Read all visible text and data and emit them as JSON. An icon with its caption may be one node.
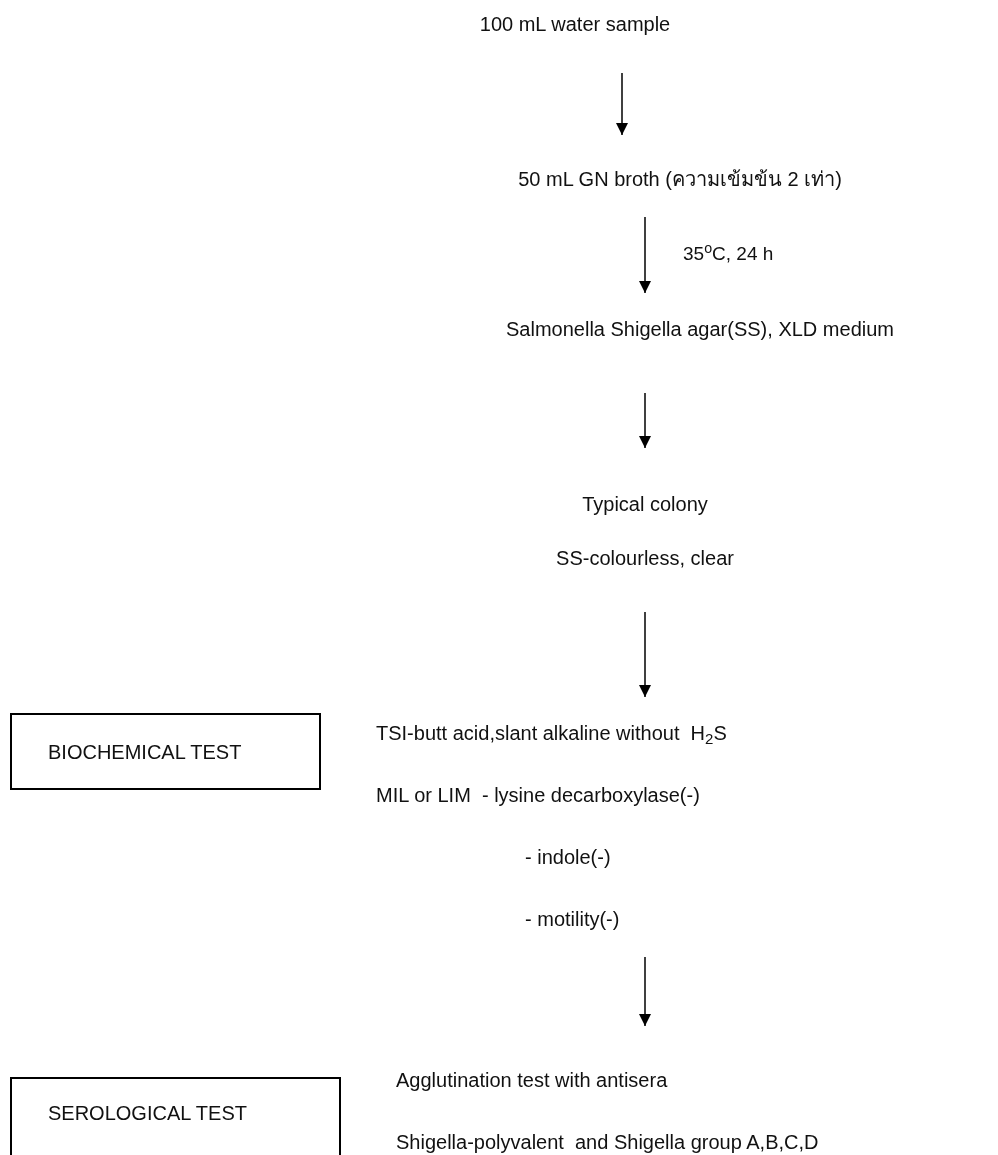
{
  "diagram": {
    "nodes": [
      {
        "text": [
          "100 mL water sample"
        ]
      },
      {
        "text": [
          "50 mL GN broth (ความเข้มข้น 2 เท่า)"
        ]
      },
      {
        "text": [
          "Salmonella Shigella agar(SS), XLD medium"
        ]
      },
      {
        "text": [
          "Typical colony",
          "SS-colourless, clear"
        ]
      },
      {
        "text": [
          "BIOCHEMICAL TEST"
        ]
      },
      {
        "text": [
          "TSI-butt acid,slant alkaline without  H$_{2}$S",
          "MIL or LIM  - lysine decarboxylase(-)",
          "- indole(-)",
          "- motility(-)"
        ]
      },
      {
        "text": [
          "SEROLOGICAL TEST"
        ]
      },
      {
        "text": [
          "Agglutination test with antisera",
          "Shigella-polyvalent  and Shigella group A,B,C,D"
        ]
      }
    ],
    "edges": [
      {
        "from": 0,
        "to": 1,
        "arrow": "to"
      },
      {
        "from": 1,
        "to": 2,
        "arrow": "to",
        "label": "35$^{o}$C, 24 h"
      },
      {
        "from": 2,
        "to": 3,
        "arrow": "to"
      },
      {
        "from": 3,
        "to": 5,
        "arrow": "to"
      },
      {
        "from": 5,
        "to": 7,
        "arrow": "to"
      }
    ]
  }
}
